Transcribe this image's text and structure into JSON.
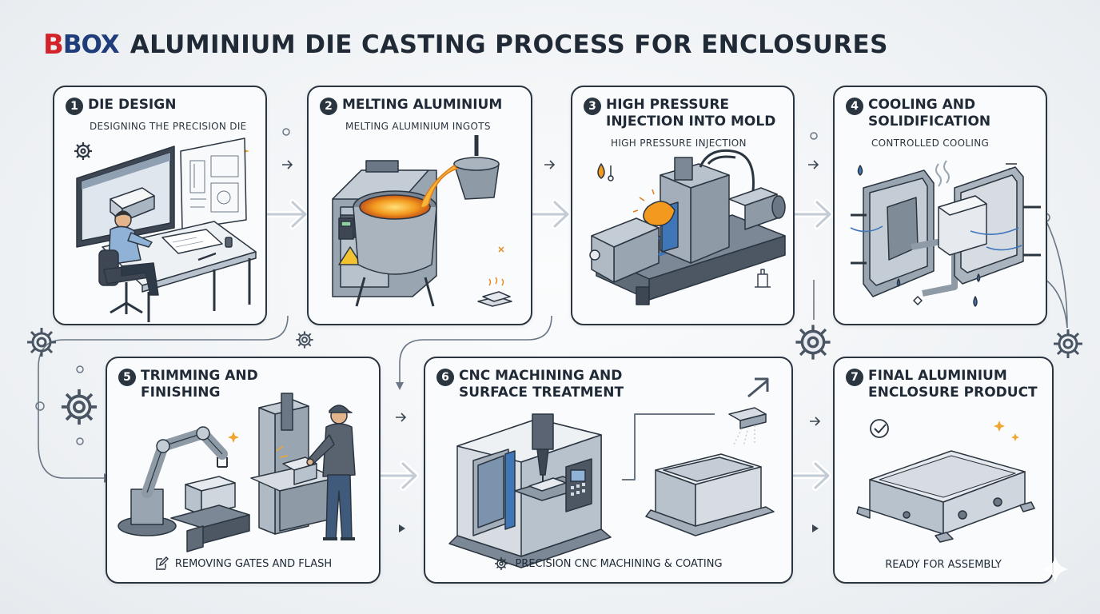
{
  "header": {
    "logo_b": "B",
    "logo_rest": "BOX",
    "title": "ALUMINIUM DIE CASTING PROCESS FOR ENCLOSURES"
  },
  "steps": [
    {
      "number": "1",
      "title": "DIE DESIGN",
      "subtitle": "DESIGNING THE PRECISION DIE"
    },
    {
      "number": "2",
      "title": "MELTING ALUMINIUM",
      "subtitle": "MELTING ALUMINIUM INGOTS"
    },
    {
      "number": "3",
      "title": "HIGH PRESSURE\nINJECTION INTO MOLD",
      "subtitle": "HIGH PRESSURE INJECTION"
    },
    {
      "number": "4",
      "title": "COOLING AND\nSOLIDIFICATION",
      "subtitle": "CONTROLLED COOLING"
    },
    {
      "number": "5",
      "title": "TRIMMING AND\nFINISHING",
      "footer": "REMOVING GATES AND FLASH"
    },
    {
      "number": "6",
      "title": "CNC MACHINING AND\nSURFACE TREATMENT",
      "footer": "PRECISION CNC MACHINING & COATING"
    },
    {
      "number": "7",
      "title": "FINAL ALUMINIUM\nENCLOSURE PRODUCT",
      "footer": "READY FOR ASSEMBLY"
    }
  ],
  "icons": [
    "gear-icon",
    "pencil-icon",
    "checkmark-icon",
    "sparkle-icon",
    "arrow-right-icon",
    "droplet-icon"
  ],
  "colors": {
    "brand_red": "#d2232a",
    "brand_blue": "#1f3d7a",
    "molten": "#f39a1e",
    "outline": "#2b3540",
    "accent_blue": "#3f76b8"
  }
}
